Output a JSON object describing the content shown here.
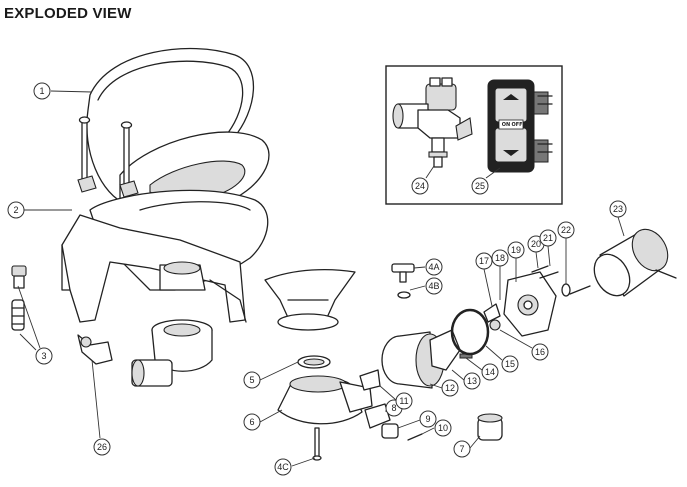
{
  "title": "EXPLODED VIEW",
  "inset_switch_labels": [
    "ON",
    "OFF"
  ],
  "callouts": {
    "c1": "1",
    "c2": "2",
    "c3": "3",
    "c4a": "4A",
    "c4b": "4B",
    "c4c": "4C",
    "c5": "5",
    "c6": "6",
    "c7": "7",
    "c8": "8",
    "c9": "9",
    "c10": "10",
    "c11": "11",
    "c12": "12",
    "c13": "13",
    "c14": "14",
    "c15": "15",
    "c16": "16",
    "c17": "17",
    "c18": "18",
    "c19": "19",
    "c20": "20",
    "c21": "21",
    "c22": "22",
    "c23": "23",
    "c24": "24",
    "c25": "25",
    "c26": "26"
  }
}
